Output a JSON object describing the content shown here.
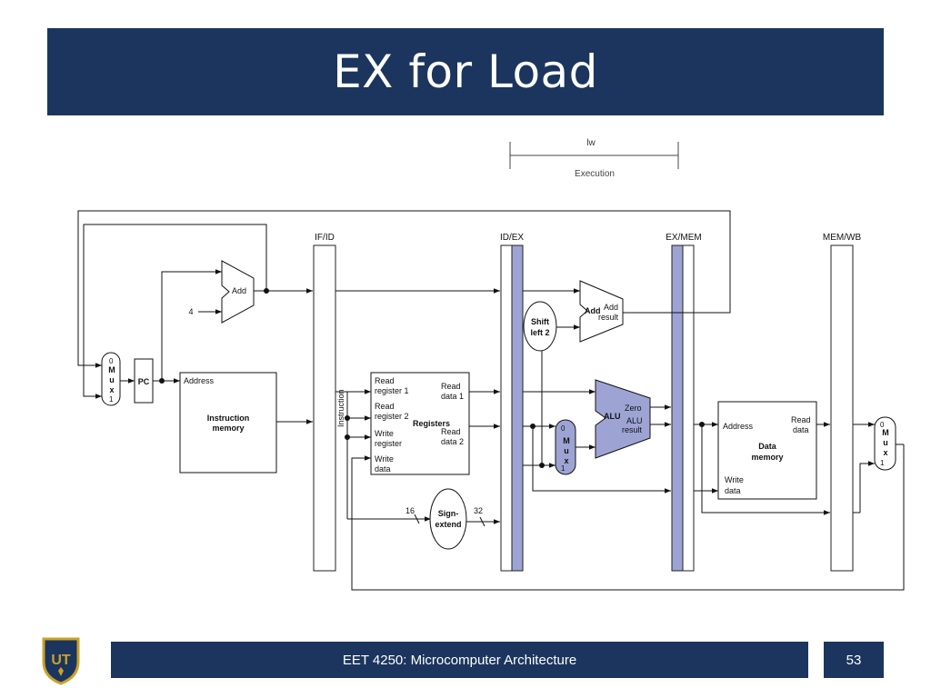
{
  "slide": {
    "title": "EX for Load",
    "footer": "EET 4250: Microcomputer Architecture",
    "page_number": "53",
    "logo_text": "UT"
  },
  "timeline": {
    "instr": "lw",
    "stage": "Execution"
  },
  "pipeline_registers": {
    "ifid": "IF/ID",
    "idex": "ID/EX",
    "exmem": "EX/MEM",
    "memwb": "MEM/WB"
  },
  "labels": {
    "const4": "4",
    "add": "Add",
    "pc": "PC",
    "mux_0": "0",
    "mux_m": "M",
    "mux_u": "u",
    "mux_x": "x",
    "mux_1": "1",
    "address": "Address",
    "instruction_memory_1": "Instruction",
    "instruction_memory_2": "memory",
    "instruction_bus": "Instruction",
    "read_register_1a": "Read",
    "read_register_1b": "register 1",
    "read_register_2a": "Read",
    "read_register_2b": "register 2",
    "write_register_a": "Write",
    "write_register_b": "register",
    "write_data_a": "Write",
    "write_data_b": "data",
    "read_data_1a": "Read",
    "read_data_1b": "data 1",
    "read_data_2a": "Read",
    "read_data_2b": "data 2",
    "registers": "Registers",
    "shift_1": "Shift",
    "shift_2": "left 2",
    "branch_add": "Add",
    "add_result_1": "Add",
    "add_result_2": "result",
    "alu": "ALU",
    "zero": "Zero",
    "alu_result_1": "ALU",
    "alu_result_2": "result",
    "sign_1": "Sign-",
    "sign_2": "extend",
    "bits16": "16",
    "bits32": "32",
    "dm_address": "Address",
    "dm_read_1": "Read",
    "dm_read_2": "data",
    "dm_write_1": "Write",
    "dm_write_2": "data",
    "data_memory_1": "Data",
    "data_memory_2": "memory"
  },
  "colors": {
    "navy": "#1b355e",
    "highlight": "#9da4d4",
    "line": "#111111"
  }
}
